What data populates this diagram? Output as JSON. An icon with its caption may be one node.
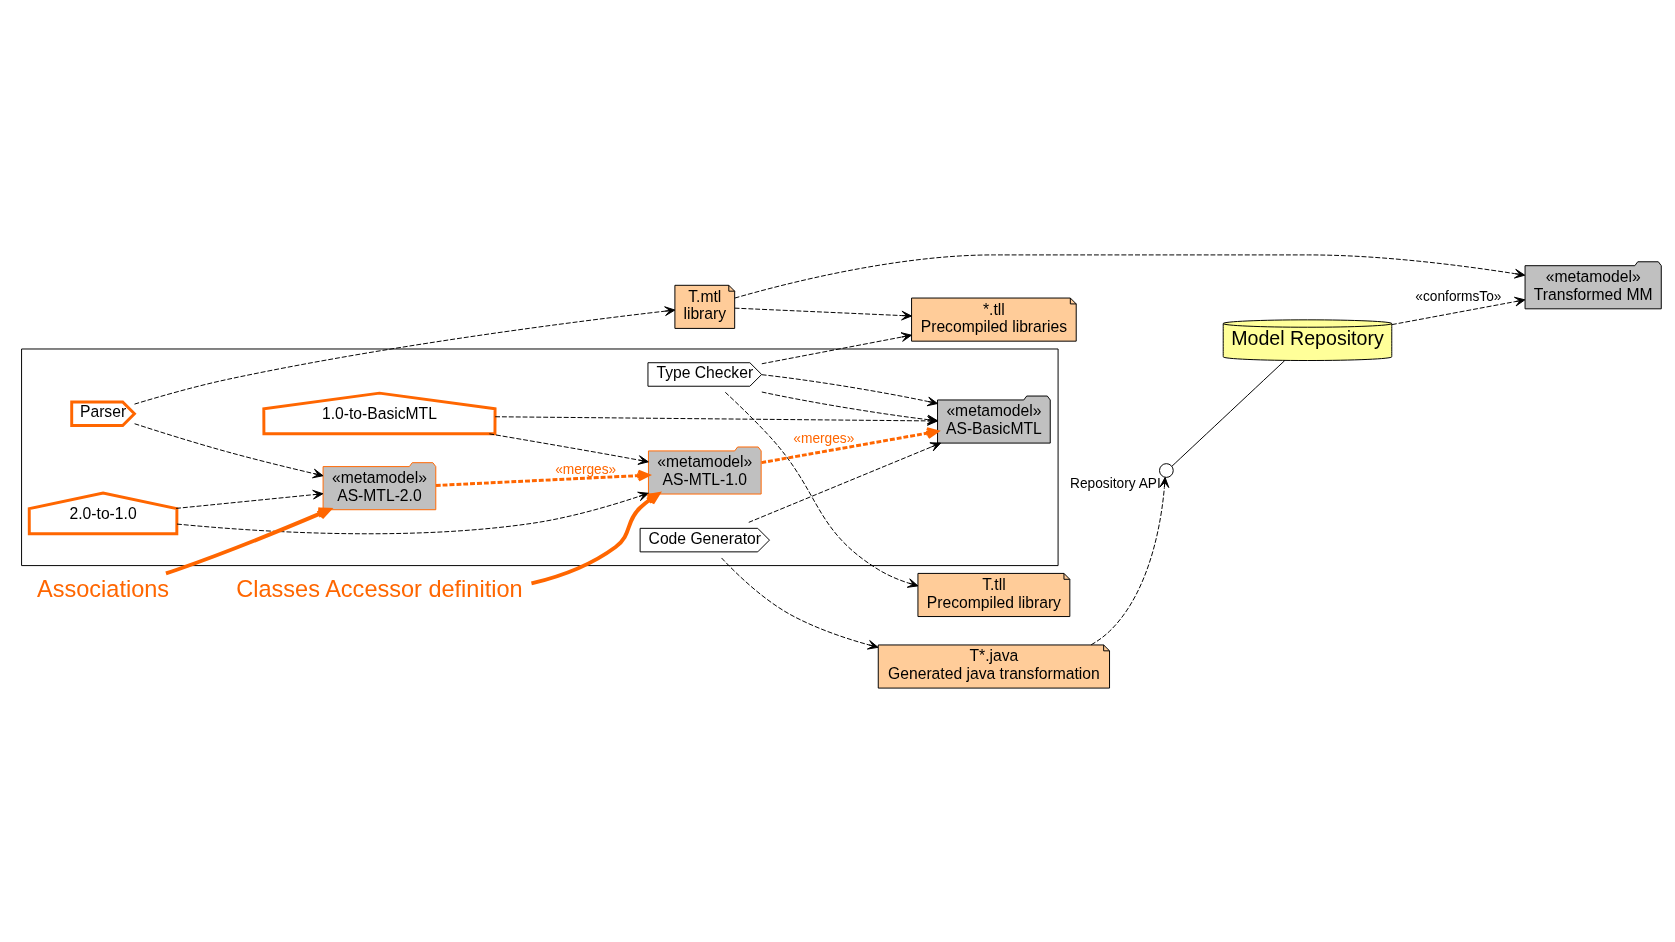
{
  "diagram": {
    "nodes": [
      {
        "text": [
          "*.tll",
          "Precompiled libraries"
        ]
      },
      {
        "text": [],
        "shape": "box"
      },
      {
        "text": [
          "Type Checker"
        ],
        "in": 1
      },
      {
        "text": [
          "T.tll",
          "Precompiled library"
        ]
      },
      {
        "text": [
          "«metamodel»",
          "AS-BasicMTL"
        ],
        "in": 1
      },
      {
        "text": [
          "Code Generator"
        ],
        "in": 1
      },
      {
        "text": [
          "1.0-to-BasicMTL"
        ],
        "in": 1
      },
      {
        "text": [
          "«metamodel»",
          "AS-MTL-1.0"
        ],
        "in": 1
      },
      {
        "text": [
          "2.0-to-1.0"
        ],
        "in": 1
      },
      {
        "text": [
          "«metamodel»",
          "AS-MTL-2.0"
        ],
        "in": 1
      },
      {
        "text": [
          "Parser"
        ],
        "in": 1
      },
      {
        "text": [
          "T.mtl",
          "library"
        ]
      },
      {
        "text": [
          "T*.java",
          "Generated java transformation"
        ]
      },
      {
        "text": [
          "«metamodel»",
          "Transformed MM"
        ]
      },
      {
        "text": [
          "Model Repository"
        ]
      },
      {
        "text": [],
        "shape": "circle",
        "beside": [
          "Repository API"
        ]
      },
      {
        "text": [
          "Classes Accessor definition"
        ]
      },
      {
        "text": [
          "Associations"
        ]
      }
    ],
    "edges": [
      {
        "from": 2,
        "to": 0,
        "arrow": "to",
        "style": "dashed"
      },
      {
        "from": 2,
        "to": 3,
        "arrow": "to",
        "style": "dashed"
      },
      {
        "from": 2,
        "to": 4,
        "arrow": "to",
        "style": "dashed"
      },
      {
        "from": 2,
        "to": 4,
        "arrow": "to",
        "style": "dashed"
      },
      {
        "from": 5,
        "to": 4,
        "arrow": "to",
        "style": "dashed"
      },
      {
        "from": 5,
        "to": 12,
        "arrow": "to",
        "style": "dashed"
      },
      {
        "from": 6,
        "to": 4,
        "arrow": "to",
        "style": "dashed"
      },
      {
        "from": 6,
        "to": 7,
        "arrow": "to",
        "style": "dashed"
      },
      {
        "from": 8,
        "to": 7,
        "arrow": "to",
        "style": "dashed"
      },
      {
        "from": 8,
        "to": 9,
        "arrow": "to",
        "style": "dashed"
      },
      {
        "from": 7,
        "to": 4,
        "arrow": "to",
        "style": "dashed",
        "color": "#ff6600",
        "label": "«merges»"
      },
      {
        "from": 9,
        "to": 7,
        "arrow": "to",
        "style": "dashed",
        "color": "#ff6600",
        "label": "«merges»"
      },
      {
        "from": 10,
        "to": 11,
        "arrow": "to",
        "style": "dashed"
      },
      {
        "from": 10,
        "to": 9,
        "arrow": "to",
        "style": "dashed"
      },
      {
        "from": 11,
        "to": 0,
        "arrow": "to",
        "style": "dashed"
      },
      {
        "from": 11,
        "to": 13,
        "arrow": "to",
        "style": "dashed"
      },
      {
        "from": 14,
        "to": 13,
        "arrow": "to",
        "style": "dashed",
        "label": "«conformsTo»"
      },
      {
        "from": 12,
        "to": 15,
        "arrow": "to",
        "style": "dashed"
      },
      {
        "from": 15,
        "to": 14,
        "arrow": "none"
      },
      {
        "from": 16,
        "to": 7,
        "arrow": "to",
        "style": "thick",
        "color": "#ff6600"
      },
      {
        "from": 17,
        "to": 9,
        "arrow": "to",
        "style": "thick",
        "color": "#ff6600"
      }
    ]
  }
}
